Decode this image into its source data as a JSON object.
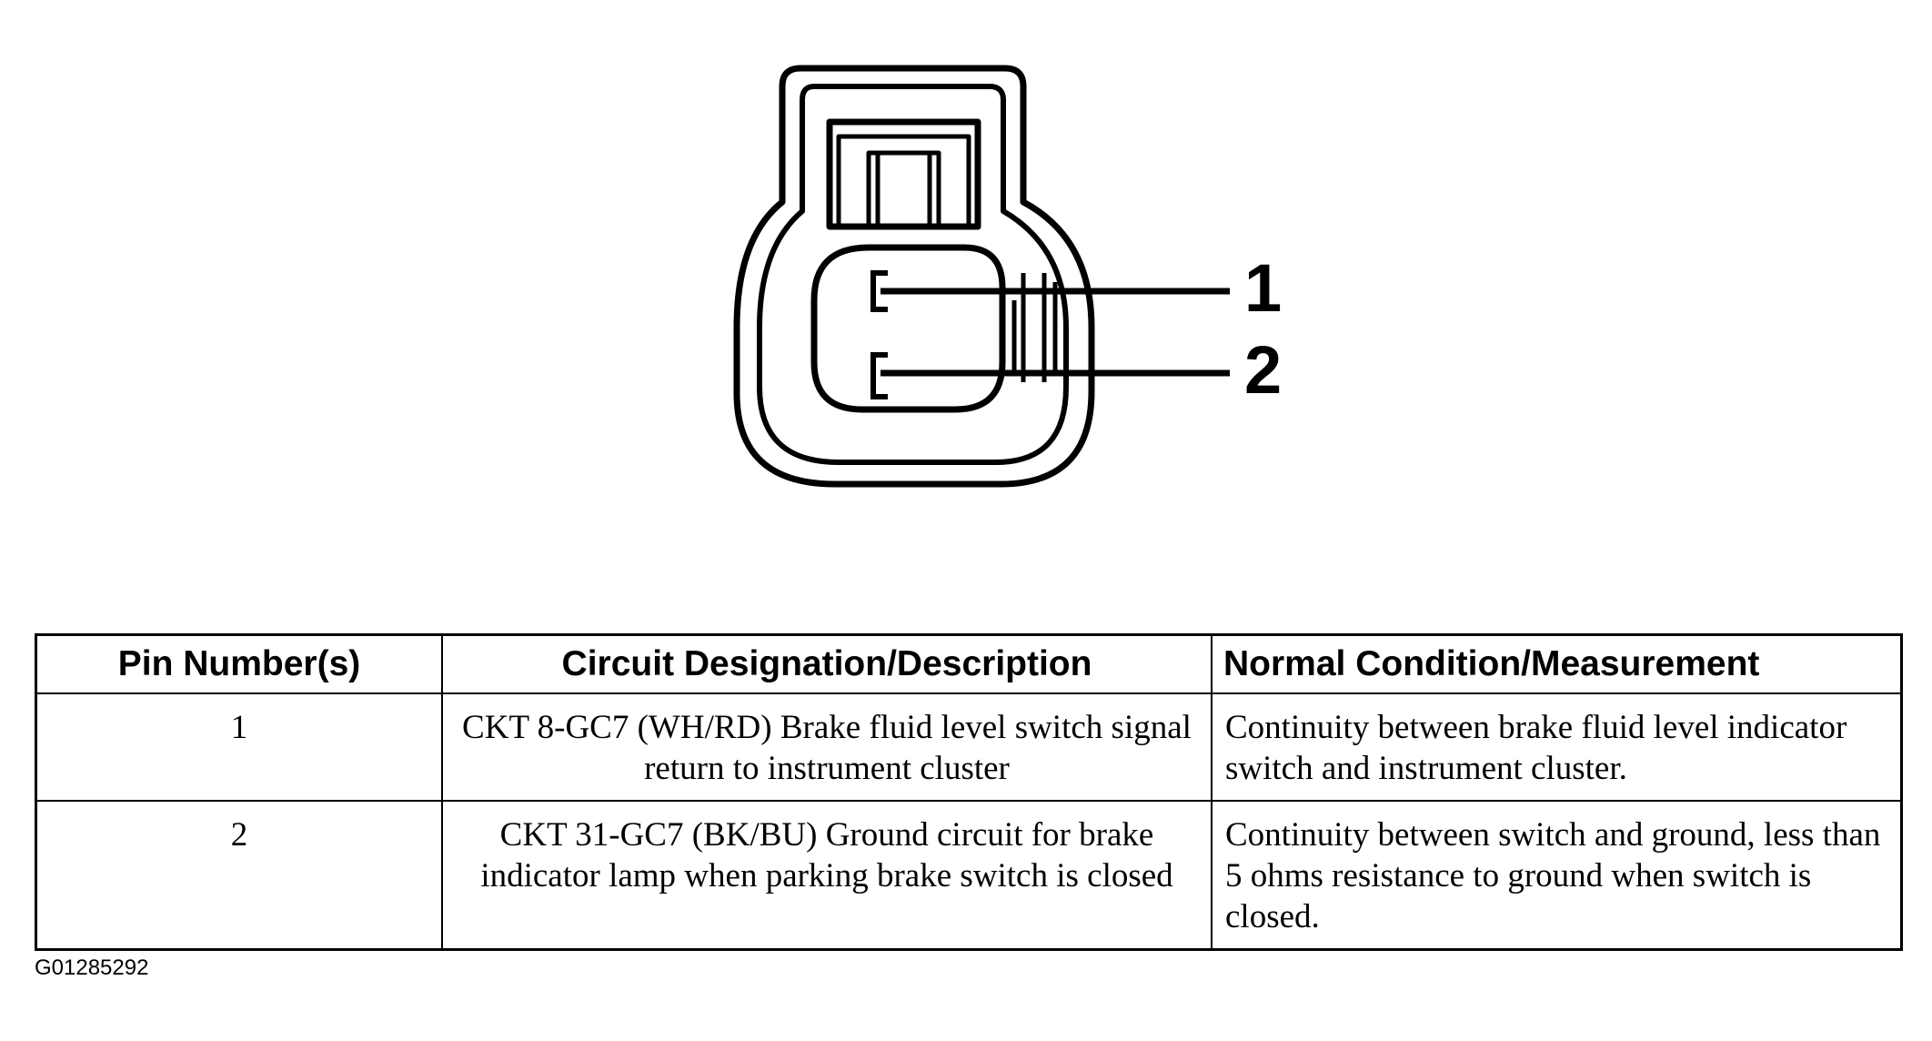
{
  "connector": {
    "pin_labels": [
      "1",
      "2"
    ]
  },
  "table": {
    "headers": [
      "Pin Number(s)",
      "Circuit Designation/Description",
      "Normal Condition/Measurement"
    ],
    "rows": [
      {
        "pin": "1",
        "description": "CKT 8-GC7 (WH/RD) Brake fluid level switch signal return to instrument cluster",
        "measurement": "Continuity between brake fluid level indicator switch and instrument cluster."
      },
      {
        "pin": "2",
        "description": "CKT 31-GC7 (BK/BU) Ground circuit for brake indicator lamp when parking brake switch is closed",
        "measurement": "Continuity between switch and ground, less than 5 ohms resistance to ground when switch is closed."
      }
    ]
  },
  "figure_id": "G01285292"
}
